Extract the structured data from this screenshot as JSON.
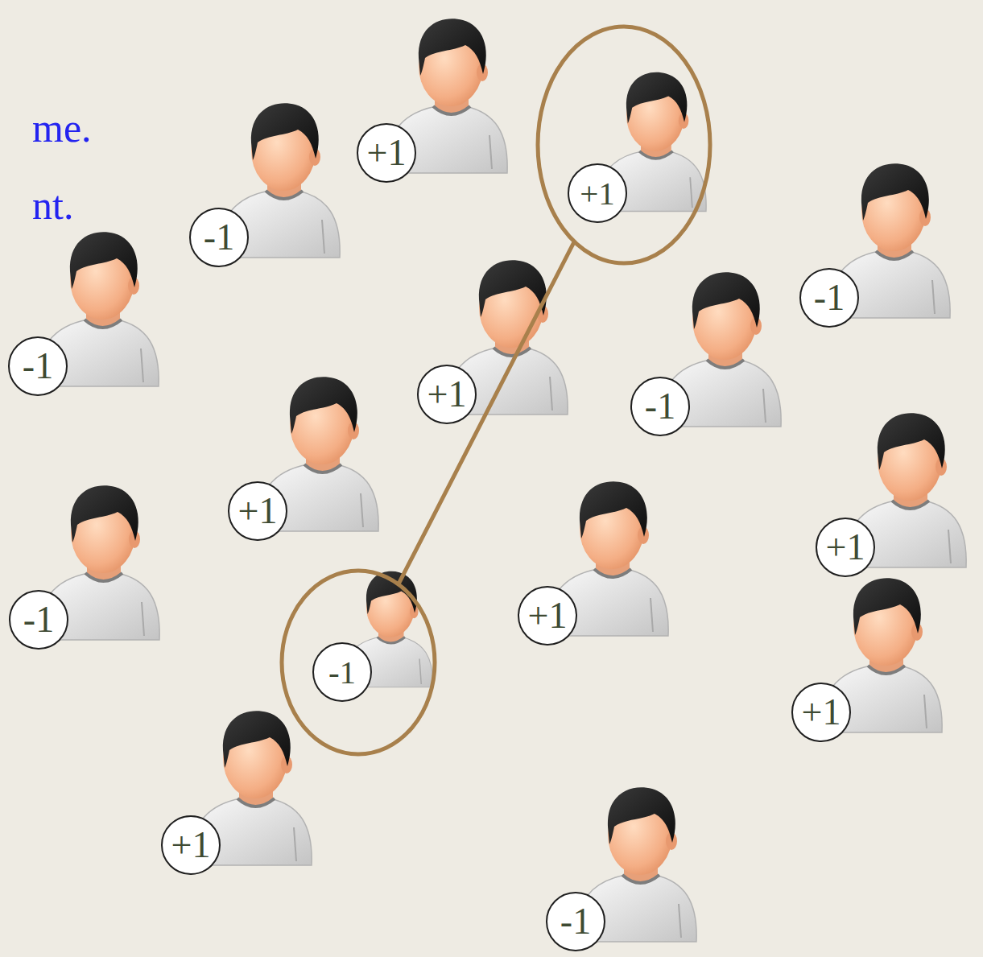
{
  "diagram": {
    "nodes": [
      {
        "text": [
          "+1"
        ]
      },
      {
        "text": [
          "+1"
        ]
      },
      {
        "text": [
          "-1"
        ]
      },
      {
        "text": [
          "-1"
        ]
      },
      {
        "text": [
          "-1"
        ]
      },
      {
        "text": [
          "+1"
        ]
      },
      {
        "text": [
          "-1"
        ]
      },
      {
        "text": [
          "+1"
        ]
      },
      {
        "text": [
          "+1"
        ]
      },
      {
        "text": [
          "+1"
        ]
      },
      {
        "text": [
          "-1"
        ]
      },
      {
        "text": [
          "-1"
        ]
      },
      {
        "text": [
          "+1"
        ]
      },
      {
        "text": [
          "+1"
        ]
      },
      {
        "text": [
          "-1"
        ]
      }
    ],
    "edges": [
      {
        "from": 1,
        "to": 11,
        "arrow": "none"
      }
    ],
    "labels": [
      "me.",
      "nt."
    ]
  }
}
